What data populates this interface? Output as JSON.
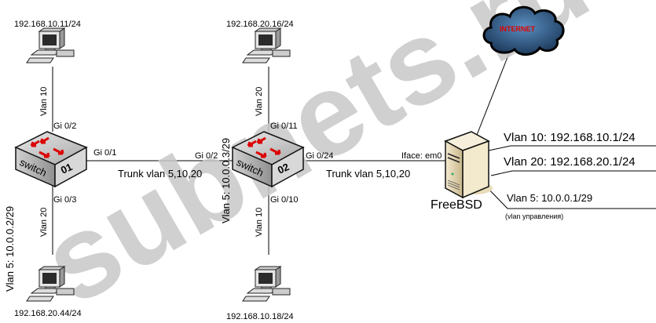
{
  "watermark": "subnets.ru",
  "internet": {
    "label": "INTERNET"
  },
  "pcs": {
    "pc1": {
      "ip": "192.168.10.11/24",
      "vlan": "Vlan 10"
    },
    "pc2": {
      "ip": "192.168.20.44/24",
      "vlan": "Vlan 20"
    },
    "pc3": {
      "ip": "192.168.20.16/24",
      "vlan": "Vlan 20"
    },
    "pc4": {
      "ip": "192.168.10.18/24",
      "vlan": "Vlan 10"
    }
  },
  "switch1": {
    "label": "switch",
    "number": "01",
    "mgmt": "Vlan 5: 10.0.0.2/29",
    "port_up": "Gi 0/2",
    "port_down": "Gi 0/3",
    "port_trunk": "Gi 0/1"
  },
  "switch2": {
    "label": "switch",
    "number": "02",
    "mgmt": "Vlan 5: 10.0.0.3/29",
    "port_up": "Gi 0/11",
    "port_down": "Gi 0/10",
    "port_in": "Gi 0/2",
    "port_out": "Gi 0/24"
  },
  "links": {
    "trunk1": "Trunk vlan 5,10,20",
    "trunk2": "Trunk vlan 5,10,20",
    "iface": "Iface: em0"
  },
  "server": {
    "name": "FreeBSD",
    "vlans": [
      "Vlan 10: 192.168.10.1/24",
      "Vlan 20: 192.168.20.1/24",
      "Vlan 5: 10.0.0.1/29"
    ],
    "vlan5_note": "(vlan управления)"
  }
}
